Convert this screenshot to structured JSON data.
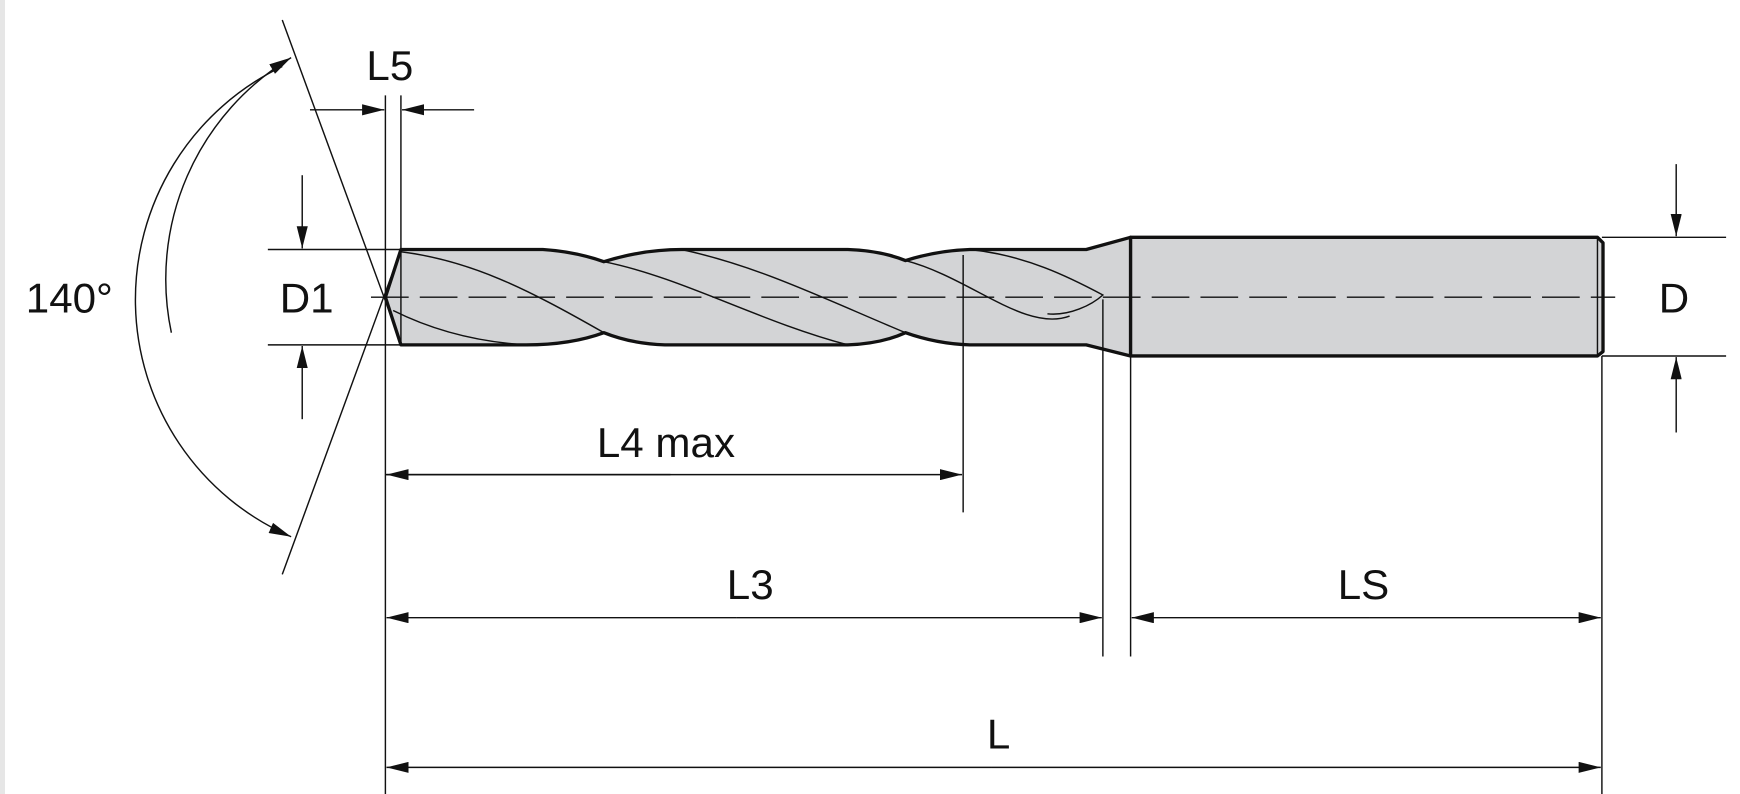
{
  "diagram": {
    "title": "Solid drill dimension drawing",
    "labels": {
      "point_angle": "140°",
      "L5": "L5",
      "D1": "D1",
      "D": "D",
      "L4": "L4 max",
      "L3": "L3",
      "LS": "LS",
      "L": "L"
    },
    "colors": {
      "body_fill": "#d3d4d6",
      "line": "#111111"
    }
  }
}
